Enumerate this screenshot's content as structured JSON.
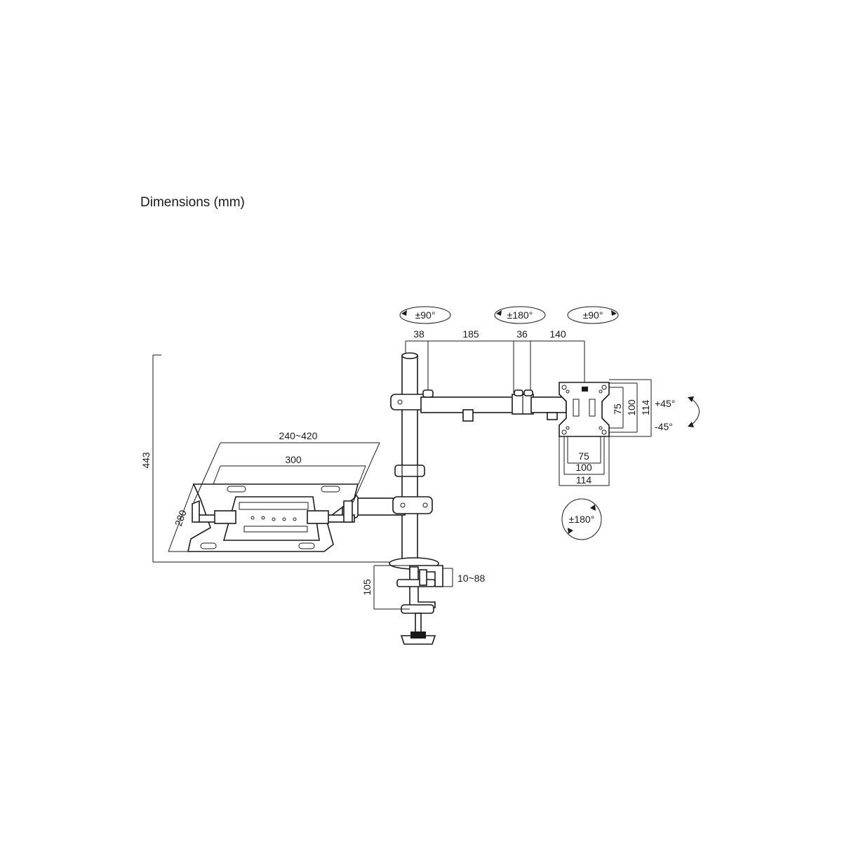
{
  "title": "Dimensions (mm)",
  "rotations": {
    "pole_top": "±90°",
    "arm_joint": "±180°",
    "head_top": "±90°",
    "head_bottom": "±180°",
    "tilt_up": "+45°",
    "tilt_down": "-45°"
  },
  "dimensions": {
    "d38": "38",
    "d185": "185",
    "d36": "36",
    "d140": "140",
    "v75": "75",
    "v100": "100",
    "v114": "114",
    "h75": "75",
    "h100": "100",
    "h114": "114",
    "tray_width": "240~420",
    "tray_inner": "300",
    "tray_depth": "280",
    "height_total": "443",
    "clamp_height": "105",
    "clamp_range": "10~88"
  },
  "icons": {
    "rotation": "rotation-arrow-icon",
    "tilt": "tilt-arrow-icon"
  }
}
